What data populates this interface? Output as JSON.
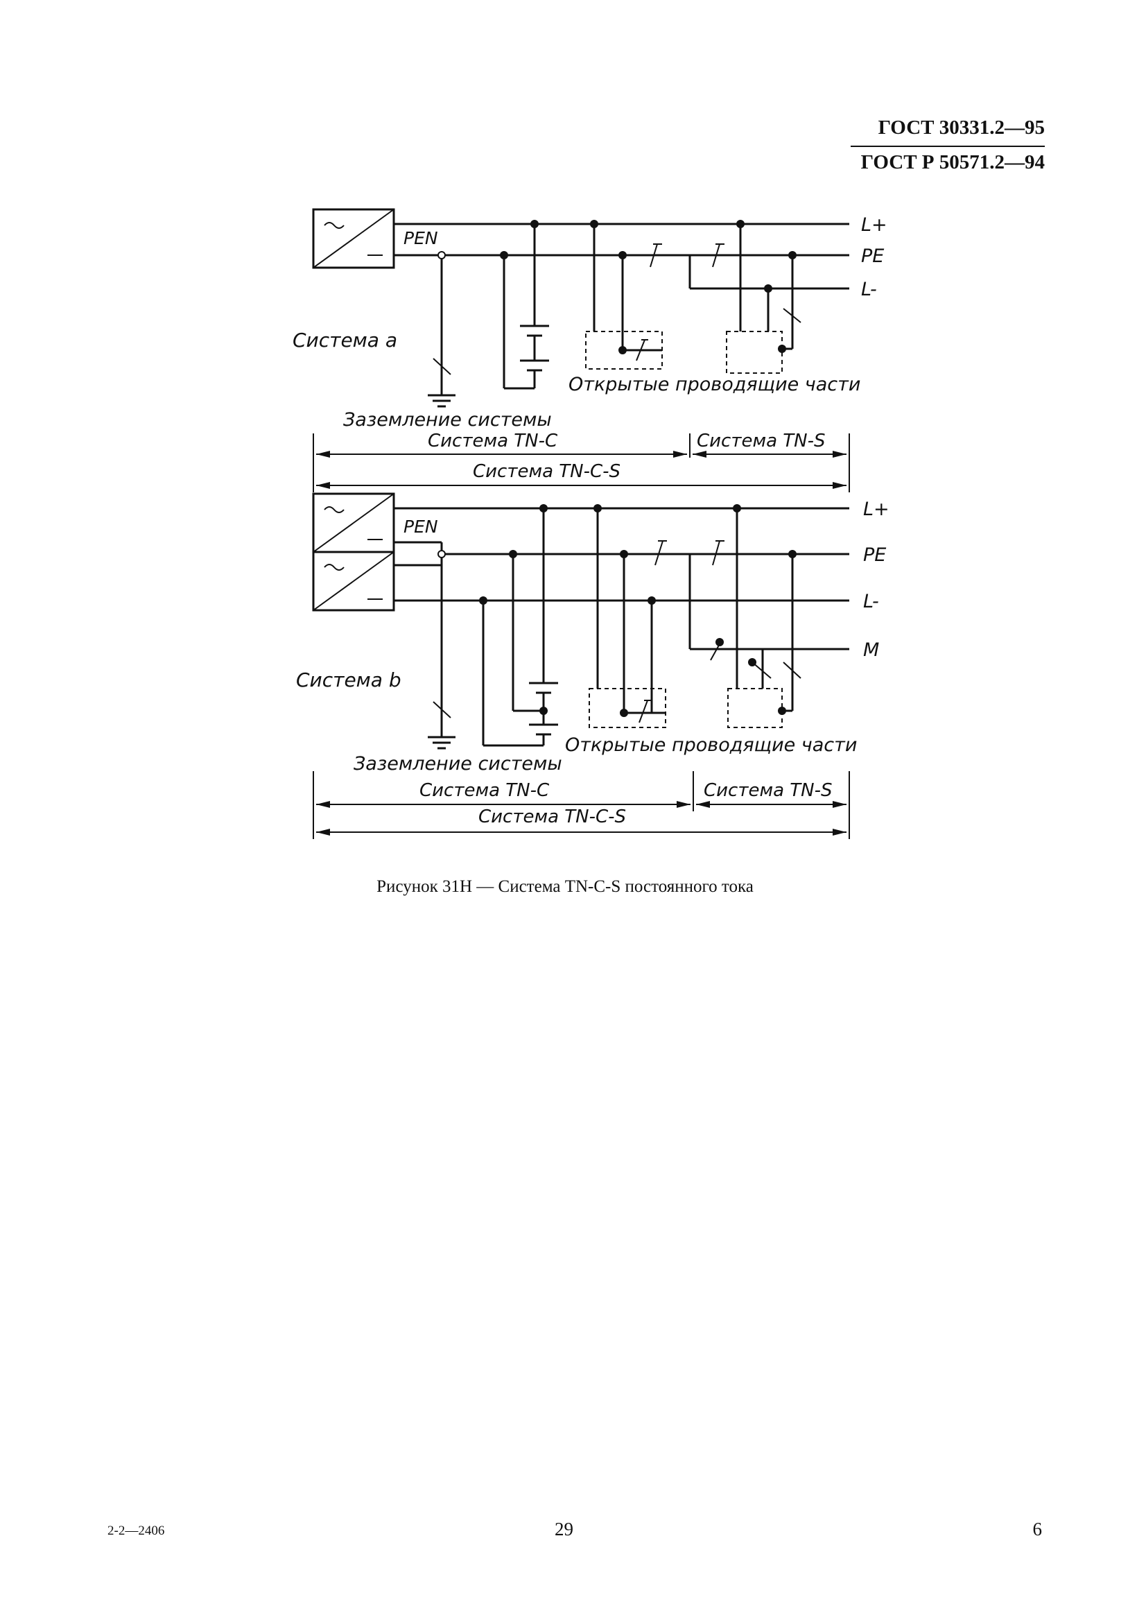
{
  "header": {
    "standard_1": "ГОСТ 30331.2—95",
    "standard_2": "ГОСТ Р 50571.2—94"
  },
  "diagram": {
    "system_a": {
      "label": "Система a",
      "pen": "PEN",
      "conductors": [
        "L+",
        "PE",
        "L-"
      ],
      "exposed_parts": "Открытые проводящие части",
      "grounding": "Заземление системы",
      "span_tnc": "Система TN-C",
      "span_tns": "Система TN-S",
      "span_tncs": "Система TN-C-S"
    },
    "system_b": {
      "label": "Система b",
      "pen": "PEN",
      "conductors": [
        "L+",
        "PE",
        "L-",
        "M"
      ],
      "exposed_parts": "Открытые проводящие части",
      "grounding": "Заземление системы",
      "span_tnc": "Система TN-C",
      "span_tns": "Система TN-S",
      "span_tncs": "Система TN-C-S"
    }
  },
  "caption": "Рисунок 31Н — Система TN-C-S постоянного тока",
  "footer": {
    "code": "2-2—2406",
    "page": "29",
    "sheet": "6"
  }
}
